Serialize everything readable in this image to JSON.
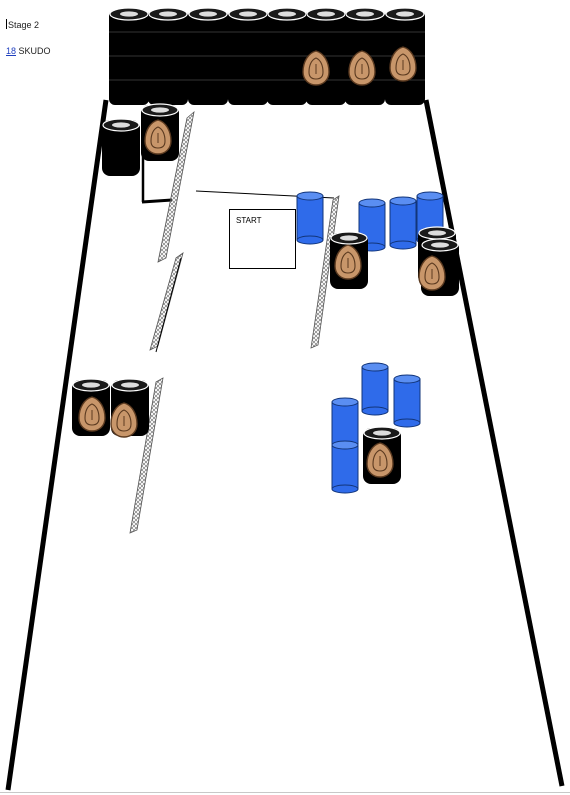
{
  "header": {
    "title": "Stage 2",
    "count": "18",
    "target_label": "SKUDO"
  },
  "start_box": {
    "label": "START"
  },
  "colors": {
    "barrel": "#000000",
    "target": "#c8966a",
    "drum": "#2f6bea",
    "course_line": "#000000"
  },
  "icons": [
    "tire-barrel-icon",
    "steel-target-icon",
    "blue-drum-icon",
    "mesh-wall-icon",
    "start-box"
  ]
}
